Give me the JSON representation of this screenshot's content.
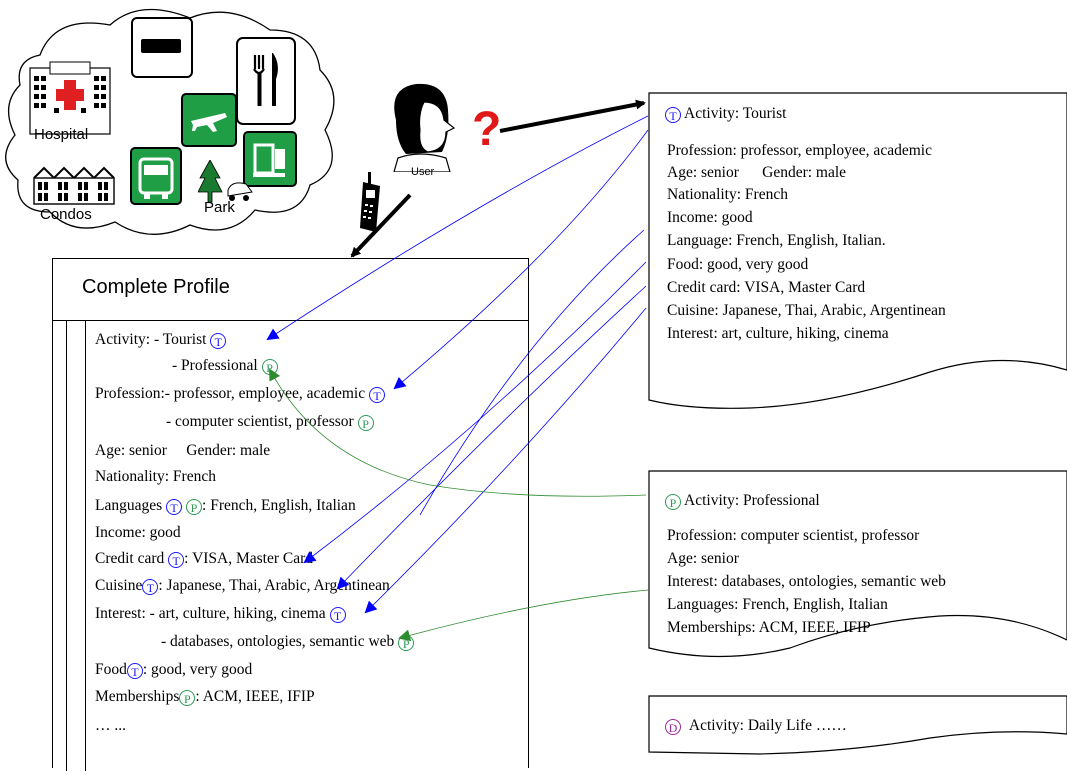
{
  "colors": {
    "tourist": "#1a1aff",
    "professional": "#2e9a55",
    "daily": "#a0289a",
    "arrow_blue": "#0000ff",
    "arrow_green": "#2e8b2e"
  },
  "cloud": {
    "hospital_label": "Hospital",
    "condos_label": "Condos",
    "park_label": "Park",
    "icons": [
      "hospital-icon",
      "parking-icon",
      "restaurant-icon",
      "airport-icon",
      "bus-icon",
      "phone-booth-icon",
      "tree-icon",
      "condos-icon"
    ]
  },
  "user": {
    "label": "User",
    "question": "?"
  },
  "profile": {
    "title": "Complete Profile",
    "lines": [
      {
        "text": "Activity: - Tourist ",
        "badges": [
          "T"
        ]
      },
      {
        "text": "- Professional ",
        "badges": [
          "P"
        ]
      },
      {
        "text": "Profession:- professor, employee, academic ",
        "badges": [
          "T"
        ]
      },
      {
        "text": "- computer scientist, professor ",
        "badges": [
          "P"
        ]
      },
      {
        "text": "Age: senior     Gender: male",
        "badges": []
      },
      {
        "text": "Nationality: French",
        "badges": []
      },
      {
        "text": "Languages ",
        "badges": [
          "T",
          "P"
        ],
        "suffix": ": French, English, Italian"
      },
      {
        "text": "Income: good",
        "badges": []
      },
      {
        "text": "Credit card ",
        "badges": [
          "T"
        ],
        "suffix": ": VISA, Master Card"
      },
      {
        "text": "Cuisine",
        "badges": [
          "T"
        ],
        "suffix": ": Japanese, Thai, Arabic, Argentinean"
      },
      {
        "text": "Interest: - art, culture, hiking, cinema ",
        "badges": [
          "T"
        ]
      },
      {
        "text": "- databases, ontologies, semantic web ",
        "badges": [
          "P"
        ]
      },
      {
        "text": "Food",
        "badges": [
          "T"
        ],
        "suffix": ": good, very good"
      },
      {
        "text": "Memberships",
        "badges": [
          "P"
        ],
        "suffix": ": ACM, IEEE, IFIP"
      },
      {
        "text": "… ...",
        "badges": []
      }
    ]
  },
  "tourist_card": {
    "badge": "T",
    "title": "Activity: Tourist",
    "lines": [
      "Profession: professor, employee, academic",
      "Age: senior      Gender: male",
      "Nationality: French",
      "Income: good",
      "Language: French, English, Italian.",
      "Food: good, very good",
      "Credit card: VISA, Master Card",
      "Cuisine: Japanese, Thai, Arabic, Argentinean",
      "Interest: art, culture, hiking, cinema"
    ]
  },
  "professional_card": {
    "badge": "P",
    "title": "Activity: Professional",
    "lines": [
      "Profession: computer scientist, professor",
      "Age: senior",
      "Interest: databases, ontologies, semantic web",
      "Languages: French, English, Italian",
      "Memberships: ACM, IEEE, IFIP"
    ]
  },
  "daily_card": {
    "badge": "D",
    "title": "Activity: Daily Life",
    "ellipsis": "……"
  }
}
